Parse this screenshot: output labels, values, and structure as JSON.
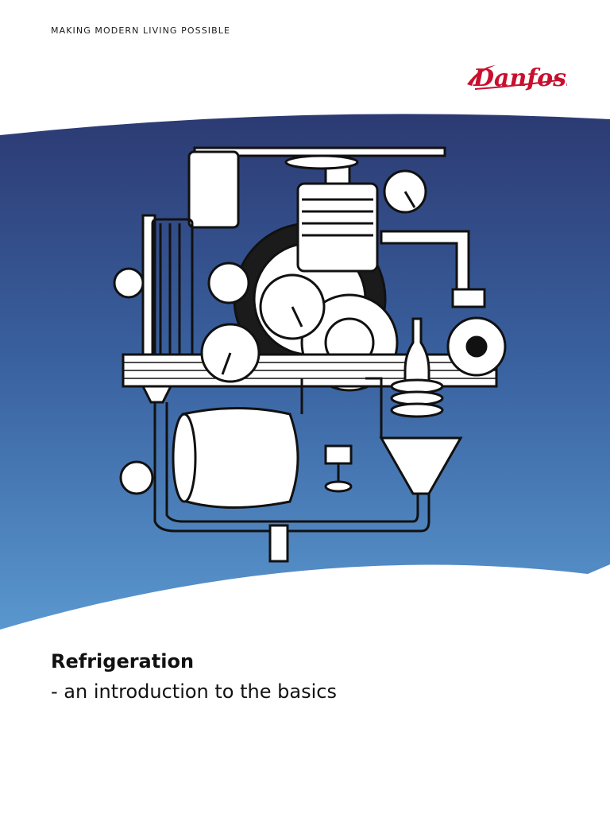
{
  "header": {
    "tagline": "MAKING MODERN LIVING POSSIBLE"
  },
  "brand": {
    "logo_text": "Danfoss",
    "logo_color": "#c8102e"
  },
  "cover": {
    "band_colors": [
      "#2c3a73",
      "#4f89c3"
    ],
    "illustration_icon": "refrigeration-machine-illustration"
  },
  "content": {
    "title": "Refrigeration",
    "subtitle": "- an introduction to the basics"
  }
}
